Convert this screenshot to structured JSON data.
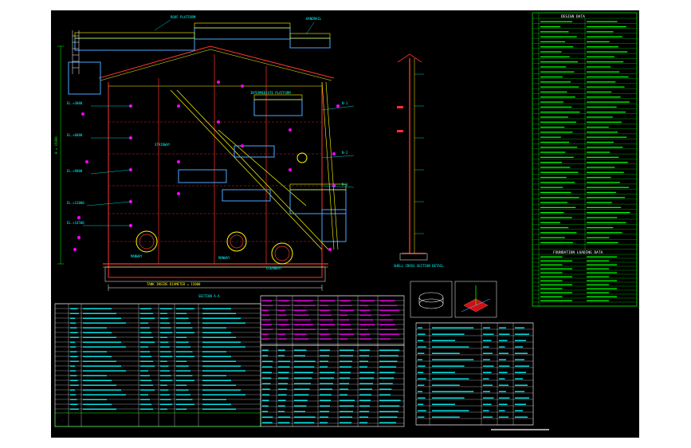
{
  "drawing": {
    "section_title": "SECTION A-A",
    "shell_label": "SHELL CROSS SECTION DETAIL",
    "design_data_title": "DESIGN DATA",
    "foundation_title": "FOUNDATION LOADING DATA",
    "tank_diameter_note": "TANK INSIDE DIAMETER = 15000",
    "colors": {
      "background": "#000000",
      "structure": "#ff3030",
      "steel": "#ffff00",
      "platform": "#4aa8ff",
      "annotation": "#00ffff",
      "dims": "#ff00ff",
      "table": "#00ff00",
      "text": "#ffffff"
    }
  }
}
